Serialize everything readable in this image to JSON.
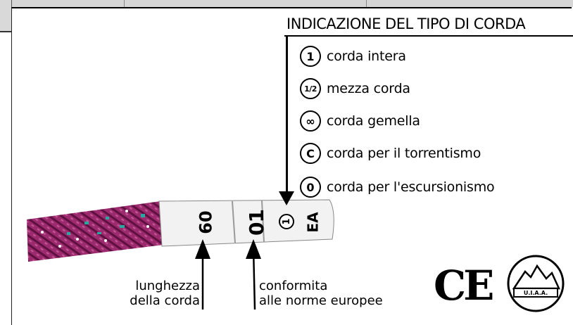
{
  "legend": {
    "title": "INDICAZIONE DEL TIPO DI CORDA",
    "items": [
      {
        "symbol": "1",
        "label": "corda intera"
      },
      {
        "symbol": "1/2",
        "label": "mezza corda"
      },
      {
        "symbol": "∞",
        "label": "corda gemella"
      },
      {
        "symbol": "C",
        "label": "corda per il torrentismo"
      },
      {
        "symbol": "0",
        "label": "corda per l'escursionismo"
      }
    ]
  },
  "rope_band": {
    "length_mark": "60",
    "norm_mark": "01",
    "type_mark": "1",
    "extra_mark": "EA"
  },
  "captions": {
    "length": {
      "line1": "lunghezza",
      "line2": "della corda"
    },
    "norm": {
      "line1": "conformita",
      "line2": "alle norme europee"
    }
  },
  "logos": {
    "ce": "CE",
    "uiaa": "U.I.A.A."
  },
  "colors": {
    "rope_main": "#9c2a6e",
    "rope_dark": "#5e1040",
    "rope_fleck": "#2aa7a0",
    "band": "#f2f2f2"
  }
}
